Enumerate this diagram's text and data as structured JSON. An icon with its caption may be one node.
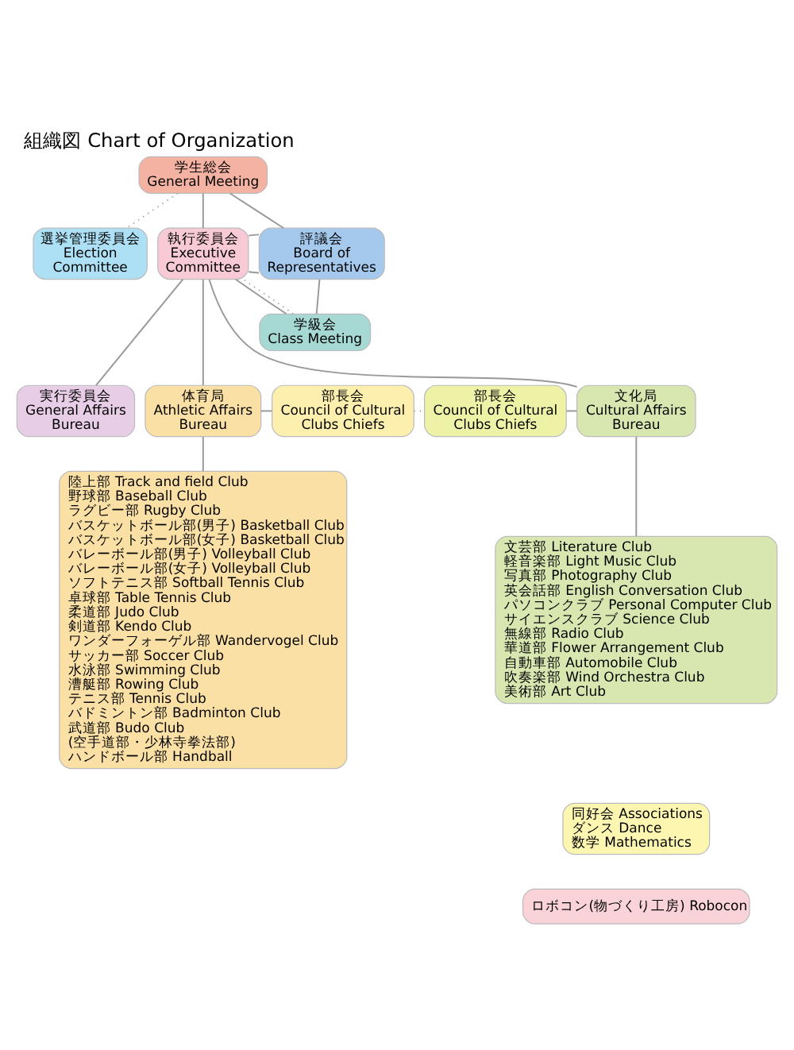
{
  "diagram": {
    "title": "組織図 Chart of Organization",
    "nodes": [
      {
        "text": [
          "学生総会",
          "General Meeting"
        ]
      },
      {
        "text": [
          "選挙管理委員会",
          "Election Committee"
        ]
      },
      {
        "text": [
          "執行委員会",
          "Executive Committee"
        ]
      },
      {
        "text": [
          "評議会",
          "Board of Representatives"
        ]
      },
      {
        "text": [
          "学級会",
          "Class Meeting"
        ]
      },
      {
        "text": [
          "実行委員会",
          "General Affairs Bureau"
        ]
      },
      {
        "text": [
          "体育局",
          "Athletic Affairs Bureau"
        ]
      },
      {
        "text": [
          "部長会",
          "Council of Cultural Clubs Chiefs"
        ]
      },
      {
        "text": [
          "部長会",
          "Council of Cultural Clubs Chiefs"
        ]
      },
      {
        "text": [
          "文化局",
          "Cultural Affairs Bureau"
        ]
      },
      {
        "text": [
          "陸上部 Track and field Club",
          "野球部 Baseball Club",
          "ラグビー部 Rugby Club",
          "バスケットボール部(男子) Basketball Club",
          "バスケットボール部(女子) Basketball Club",
          "バレーボール部(男子) Volleyball Club",
          "バレーボール部(女子) Volleyball Club",
          "ソフトテニス部 Softball Tennis Club",
          "卓球部 Table Tennis Club",
          "柔道部 Judo Club",
          "剣道部 Kendo Club",
          "ワンダーフォーゲル部 Wandervogel Club",
          "サッカー部 Soccer Club",
          "水泳部 Swimming Club",
          "漕艇部 Rowing Club",
          "テニス部 Tennis Club",
          "バドミントン部 Badminton Club",
          "武道部 Budo Club",
          "(空手道部・少林寺拳法部)",
          "ハンドボール部 Handball"
        ]
      },
      {
        "text": [
          "文芸部 Literature Club",
          "軽音楽部 Light Music Club",
          "写真部 Photography Club",
          "英会話部 English Conversation Club",
          "パソコンクラブ Personal Computer Club",
          "サイエンスクラブ Science Club",
          "無線部 Radio Club",
          "華道部 Flower Arrangement Club",
          "自動車部 Automobile Club",
          "吹奏楽部 Wind Orchestra Club",
          "美術部 Art Club"
        ]
      },
      {
        "text": [
          "同好会 Associations",
          "ダンス Dance",
          "数学 Mathematics"
        ]
      },
      {
        "text": [
          "ロボコン(物づくり工房) Robocon"
        ]
      }
    ],
    "edges": [
      {
        "from": 0,
        "to": 2,
        "arrow": "none"
      },
      {
        "from": 0,
        "to": 1,
        "arrow": "none",
        "style": "dashed"
      },
      {
        "from": 0,
        "to": 3,
        "arrow": "none"
      },
      {
        "from": 2,
        "to": 3,
        "arrow": "none"
      },
      {
        "from": 3,
        "to": 4,
        "arrow": "none"
      },
      {
        "from": 2,
        "to": 4,
        "arrow": "none"
      },
      {
        "from": 2,
        "to": 5,
        "arrow": "none"
      },
      {
        "from": 3,
        "to": 2,
        "arrow": "none"
      },
      {
        "from": 4,
        "to": 2,
        "arrow": "none",
        "style": "dashed"
      },
      {
        "from": 2,
        "to": 6,
        "arrow": "none"
      },
      {
        "from": 2,
        "to": 9,
        "arrow": "none"
      },
      {
        "from": 6,
        "to": 7,
        "arrow": "none"
      },
      {
        "from": 7,
        "to": 8,
        "arrow": "none",
        "style": "dashed"
      },
      {
        "from": 8,
        "to": 9,
        "arrow": "none"
      },
      {
        "from": 6,
        "to": 10,
        "arrow": "none"
      },
      {
        "from": 9,
        "to": 11,
        "arrow": "none"
      }
    ]
  }
}
